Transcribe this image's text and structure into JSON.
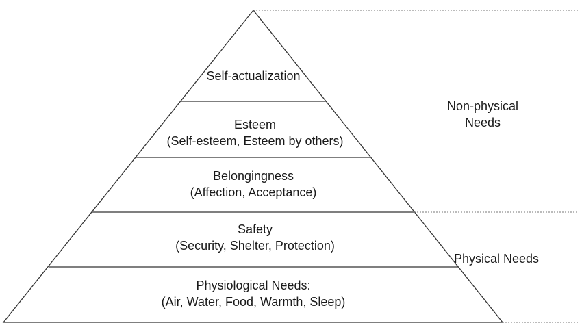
{
  "pyramid": {
    "levels": [
      {
        "name": "Self-actualization",
        "detail": ""
      },
      {
        "name": "Esteem",
        "detail": "(Self-esteem, Esteem by others)"
      },
      {
        "name": "Belongingness",
        "detail": "(Affection, Acceptance)"
      },
      {
        "name": "Safety",
        "detail": "(Security, Shelter, Protection)"
      },
      {
        "name": "Physiological Needs:",
        "detail": "(Air, Water, Food, Warmth, Sleep)"
      }
    ]
  },
  "groups": {
    "upper": {
      "line1": "Non-physical",
      "line2": "Needs"
    },
    "lower": {
      "label": "Physical Needs"
    }
  },
  "colors": {
    "line": "#333333",
    "text": "#1a1a1a",
    "dashed": "#777777"
  }
}
